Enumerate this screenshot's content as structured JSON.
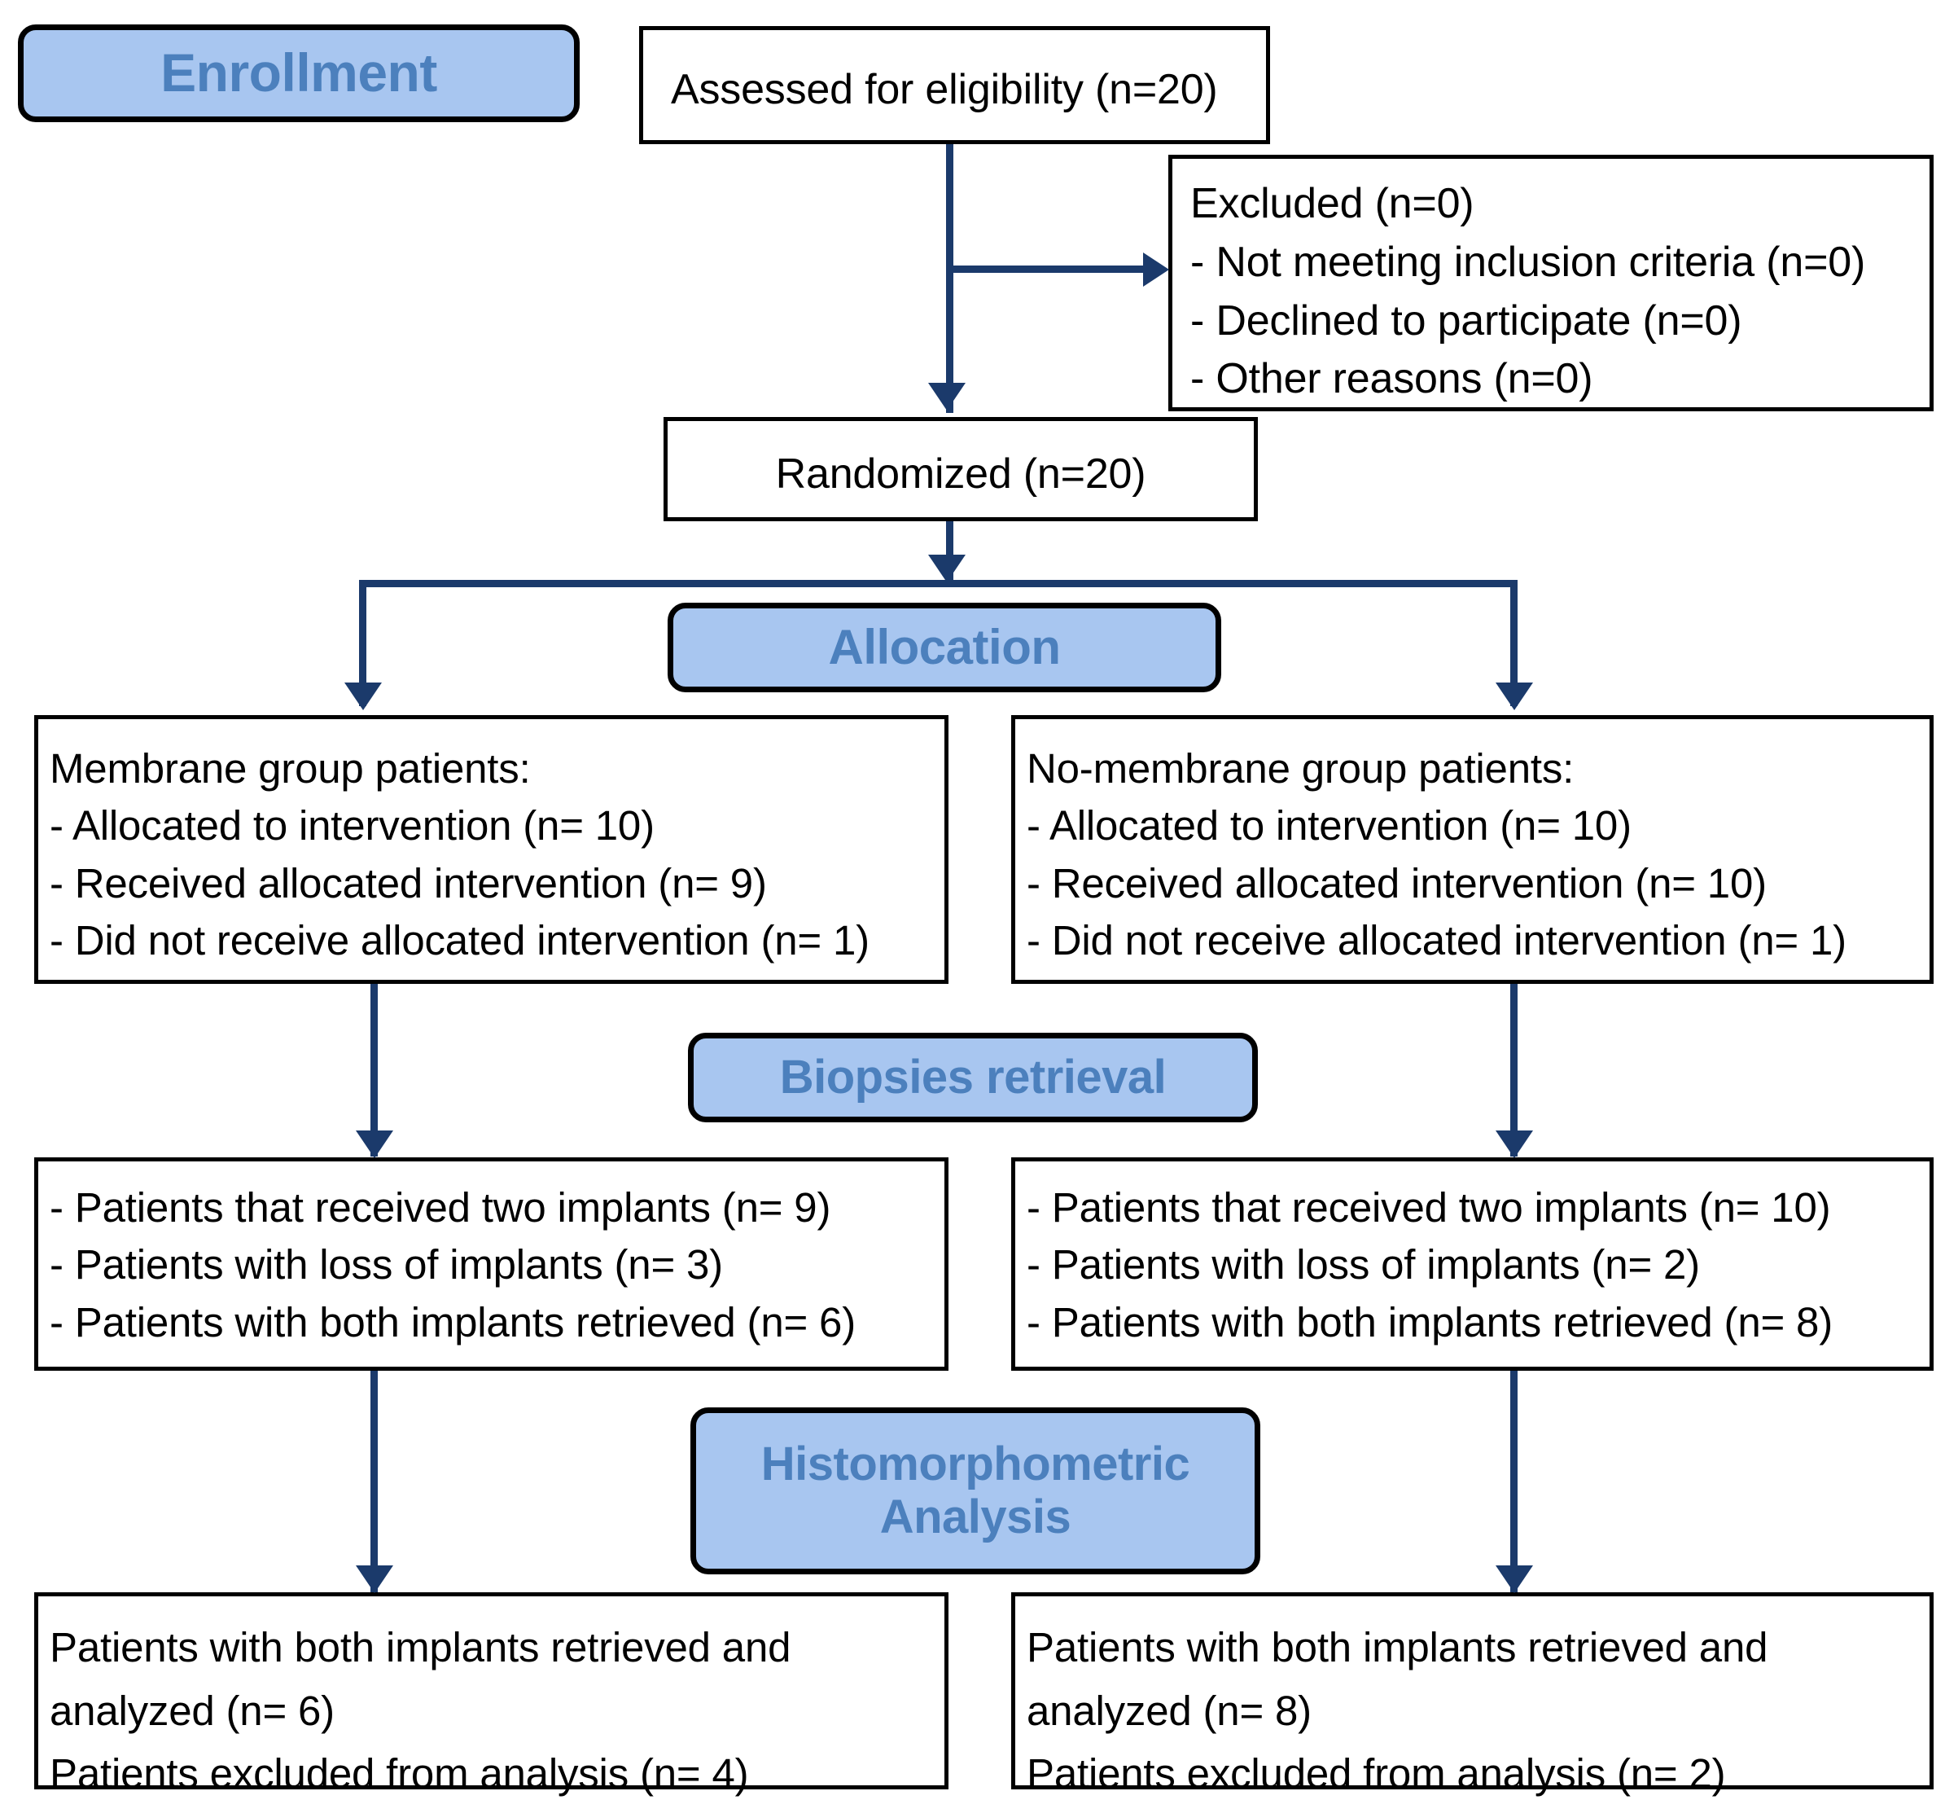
{
  "diagram": {
    "title": "CONSORT participant flow diagram",
    "colors": {
      "badge_fill": "#a8c6f0",
      "badge_text": "#4c80bd",
      "badge_border": "#000000",
      "box_border": "#000000",
      "box_fill": "#ffffff",
      "box_text": "#000000",
      "connector": "#1b3a6b"
    }
  },
  "stages": {
    "enrollment": "Enrollment",
    "allocation": "Allocation",
    "biopsies": "Biopsies retrieval",
    "histo_line1": "Histomorphometric",
    "histo_line2": "Analysis"
  },
  "enrollment": {
    "assessed": {
      "lines": [
        "Assessed for eligibility (n=20)"
      ]
    },
    "excluded": {
      "lines": [
        "Excluded (n=0)",
        "- Not meeting inclusion criteria (n=0)",
        "- Declined to participate (n=0)",
        "- Other reasons (n=0)"
      ]
    },
    "randomized": {
      "lines": [
        "Randomized (n=20)"
      ]
    }
  },
  "allocation": {
    "left": {
      "lines": [
        "Membrane group patients:",
        "- Allocated to intervention (n= 10)",
        "- Received allocated intervention (n= 9)",
        "- Did not receive allocated intervention (n= 1)"
      ]
    },
    "right": {
      "lines": [
        "No-membrane group patients:",
        "- Allocated to intervention (n= 10)",
        "- Received allocated intervention (n= 10)",
        "- Did not receive allocated intervention (n= 1)"
      ]
    }
  },
  "biopsies": {
    "left": {
      "lines": [
        "- Patients that received two implants (n= 9)",
        "- Patients with loss of implants (n= 3)",
        "- Patients with both implants retrieved (n= 6)"
      ]
    },
    "right": {
      "lines": [
        "- Patients that received two implants (n= 10)",
        "- Patients with loss of implants (n= 2)",
        "- Patients with both implants retrieved (n= 8)"
      ]
    }
  },
  "analysis": {
    "left": {
      "lines": [
        "Patients with both implants retrieved and",
        "analyzed (n= 6)",
        "Patients excluded from analysis (n= 4)"
      ]
    },
    "right": {
      "lines": [
        "Patients with both implants retrieved and",
        "analyzed (n= 8)",
        "Patients excluded from analysis (n= 2)"
      ]
    }
  }
}
